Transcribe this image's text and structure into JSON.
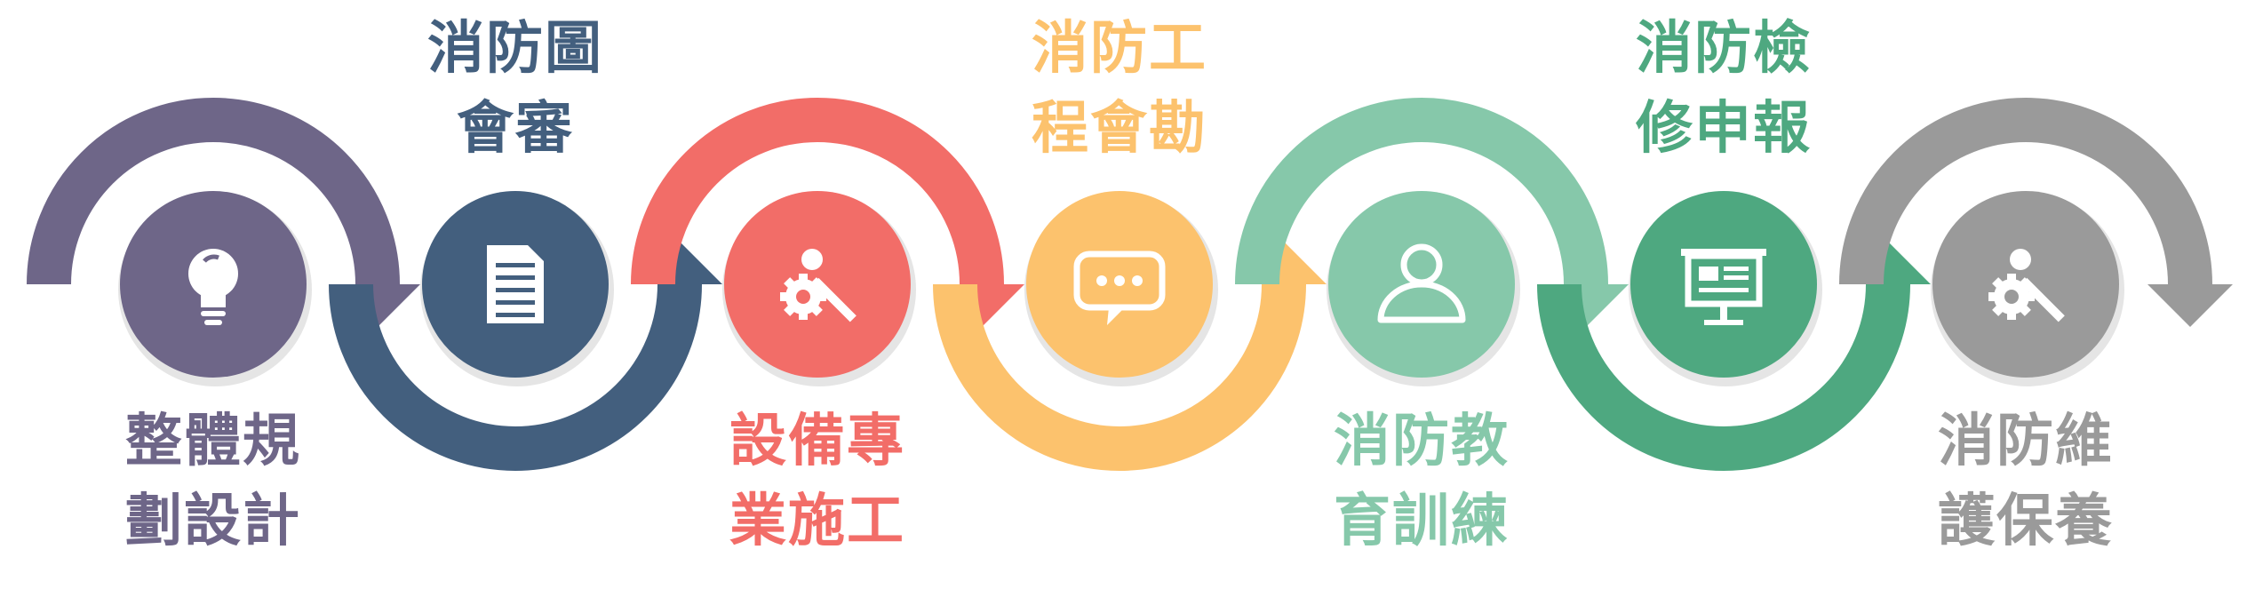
{
  "steps": [
    {
      "line1": "整體規",
      "line2": "劃設計",
      "color": "#6e6688",
      "icon": "lightbulb-icon"
    },
    {
      "line1": "消防圖",
      "line2": "會審",
      "color": "#435f7e",
      "icon": "document-icon"
    },
    {
      "line1": "設備專",
      "line2": "業施工",
      "color": "#f26d68",
      "icon": "wrench-gear-icon"
    },
    {
      "line1": "消防工",
      "line2": "程會勘",
      "color": "#fcc26d",
      "icon": "chat-bubble-icon"
    },
    {
      "line1": "消防教",
      "line2": "育訓練",
      "color": "#86c8aa",
      "icon": "user-icon"
    },
    {
      "line1": "消防檢",
      "line2": "修申報",
      "color": "#4ea880",
      "icon": "presentation-board-icon"
    },
    {
      "line1": "消防維",
      "line2": "護保養",
      "color": "#9a9a9a",
      "icon": "wrench-gear-icon"
    }
  ]
}
